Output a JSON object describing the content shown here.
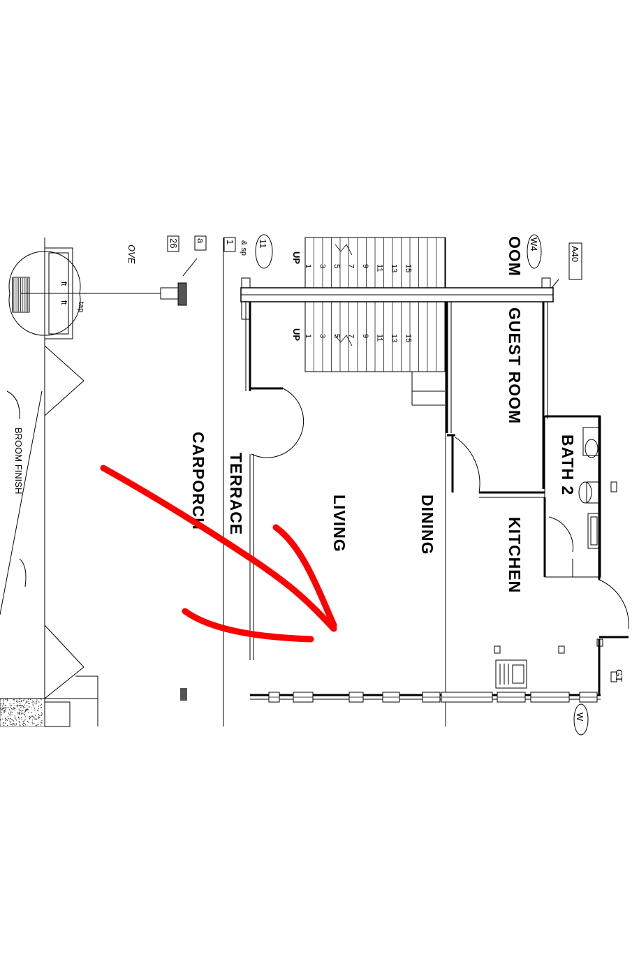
{
  "rooms": {
    "guest_room_partial": "OOM",
    "guest_room": "GUEST ROOM",
    "bath2": "BATH 2",
    "kitchen": "KITCHEN",
    "dining": "DINING",
    "living": "LIVING",
    "terrace": "TERRACE",
    "carporch": "CARPORCH",
    "broom_finish": "BROOM FINISH"
  },
  "tags": {
    "a40": "A40",
    "w4": "W4",
    "w_bottom": "W",
    "gt": "GT",
    "tag11": "11",
    "tag1": "1",
    "tag_a": "a",
    "tag26": "26",
    "sp": "& sp",
    "ove": "OVE",
    "tap": "tap",
    "ft": "ft"
  },
  "stairs": {
    "up_label": "UP",
    "left_flight": [
      "1",
      "3",
      "5",
      "7",
      "9",
      "11",
      "13",
      "15"
    ],
    "right_flight": [
      "1",
      "3",
      "5",
      "7",
      "9",
      "11",
      "13",
      "15"
    ]
  },
  "annotation": {
    "color": "#ff0000"
  }
}
